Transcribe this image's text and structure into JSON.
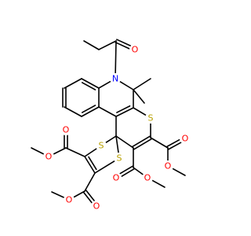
{
  "structure": {
    "colors": {
      "bond": "#000000",
      "carbon": "#000000",
      "oxygen": "#ff0000",
      "nitrogen": "#0000ff",
      "sulfur": "#b8a000",
      "background": "#ffffff"
    },
    "atoms": [
      {
        "id": "O1",
        "label": "O",
        "element": "oxygen"
      },
      {
        "id": "N1",
        "label": "N",
        "element": "nitrogen"
      },
      {
        "id": "S1",
        "label": "S",
        "element": "sulfur"
      },
      {
        "id": "S2",
        "label": "S",
        "element": "sulfur"
      },
      {
        "id": "S3",
        "label": "S",
        "element": "sulfur"
      },
      {
        "id": "O2",
        "label": "O",
        "element": "oxygen"
      },
      {
        "id": "O3",
        "label": "O",
        "element": "oxygen"
      },
      {
        "id": "O4",
        "label": "O",
        "element": "oxygen"
      },
      {
        "id": "O5",
        "label": "O",
        "element": "oxygen"
      },
      {
        "id": "O6",
        "label": "O",
        "element": "oxygen"
      },
      {
        "id": "O7",
        "label": "O",
        "element": "oxygen"
      },
      {
        "id": "O8",
        "label": "O",
        "element": "oxygen"
      },
      {
        "id": "O9",
        "label": "O",
        "element": "oxygen"
      }
    ]
  }
}
